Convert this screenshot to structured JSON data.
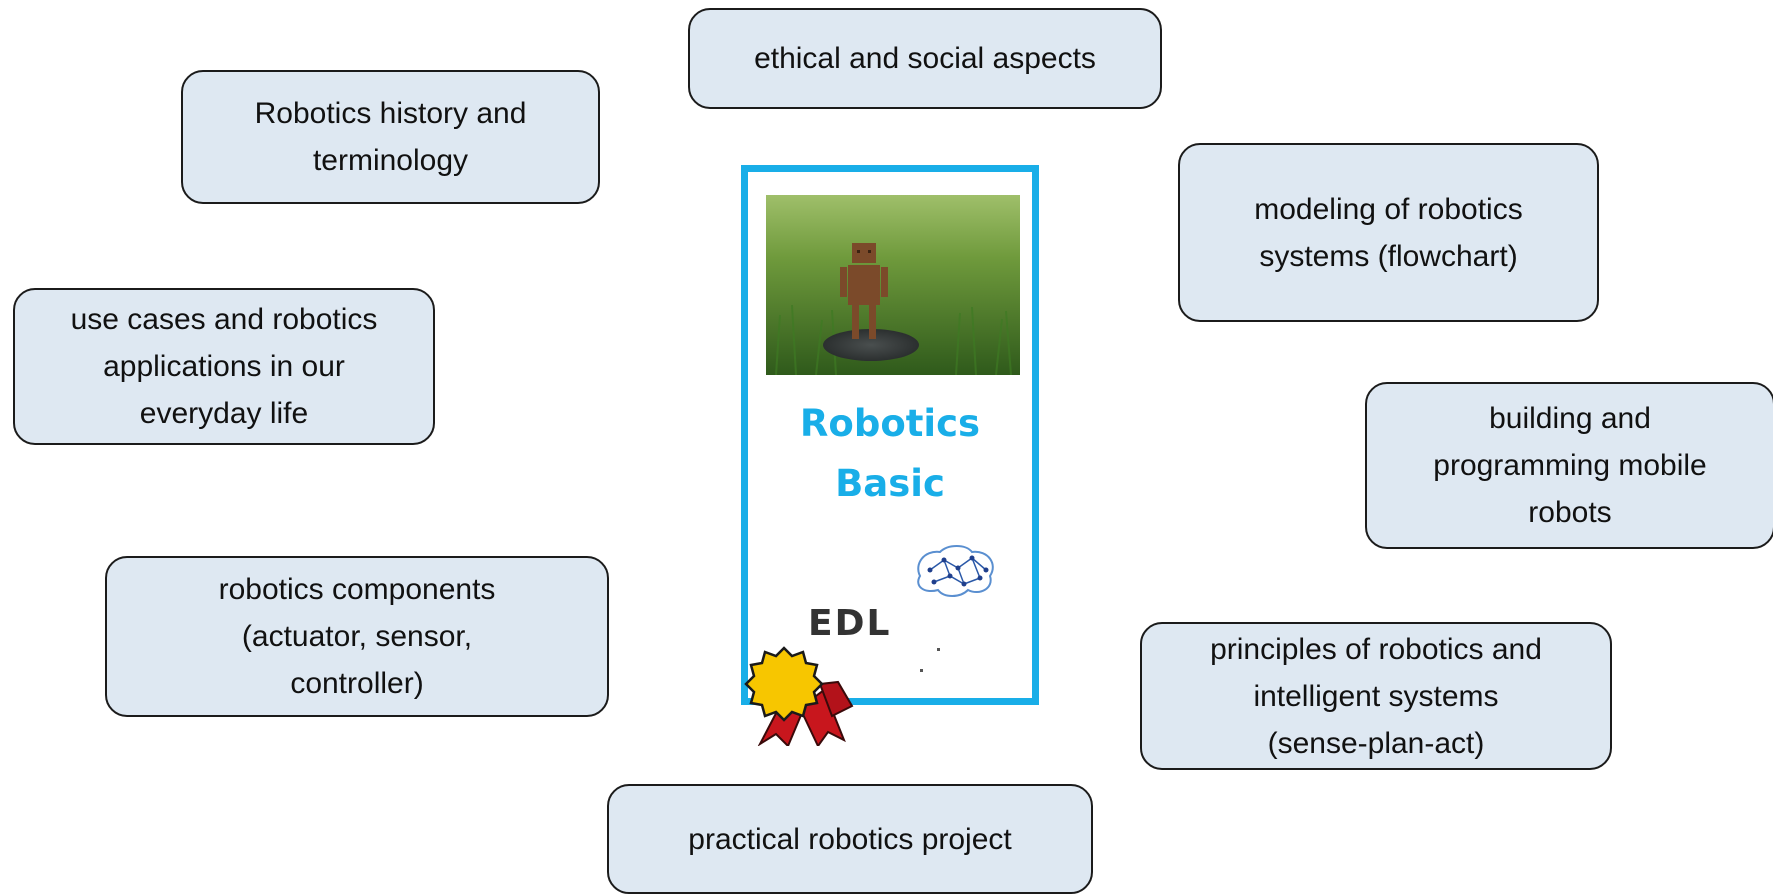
{
  "topics": {
    "ethical": [
      "ethical and social aspects"
    ],
    "history": [
      "Robotics history and",
      "terminology"
    ],
    "modeling": [
      "modeling of robotics",
      "systems (flowchart)"
    ],
    "usecases": [
      "use cases and robotics",
      "applications in our",
      "everyday life"
    ],
    "building": [
      "building and",
      "programming mobile",
      "robots"
    ],
    "components": [
      "robotics components",
      "(actuator, sensor,",
      "controller)"
    ],
    "principles": [
      "principles of robotics and",
      "intelligent systems",
      "(sense-plan-act)"
    ],
    "project": [
      "practical robotics project"
    ]
  },
  "card": {
    "title": [
      "Robotics",
      "Basic"
    ],
    "logo_text": "EDL",
    "accent_color": "#19aee8",
    "photo": "wooden-robot-on-grass-photo"
  },
  "badge": {
    "icon": "award-badge-icon",
    "colors": {
      "seal": "#f7c600",
      "ribbon": "#c8161d"
    }
  },
  "colors": {
    "box_fill": "#dee8f2",
    "box_border": "#1b1b1b"
  }
}
